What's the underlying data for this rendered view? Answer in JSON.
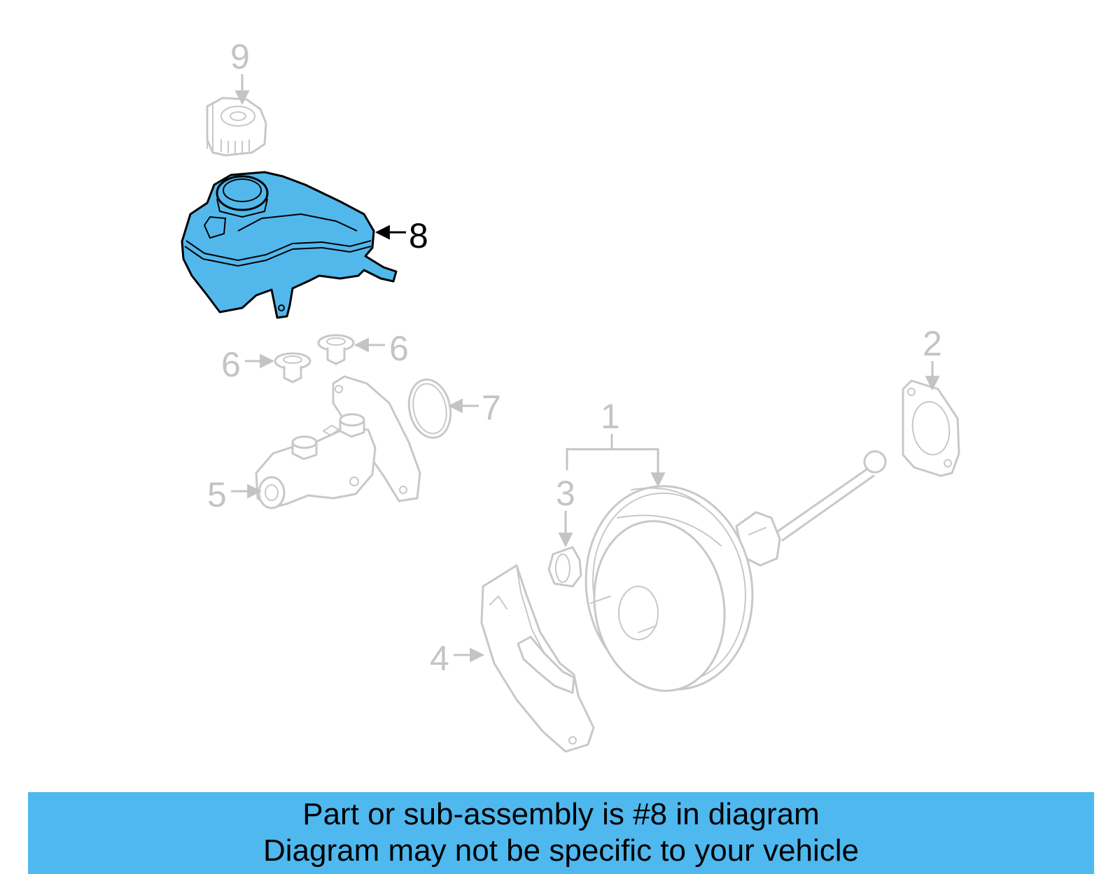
{
  "colors": {
    "highlight_part": "#52b8ec",
    "ghost_part": "#c8c8c8",
    "banner_background": "#4fb8ef",
    "banner_text": "#000000"
  },
  "callouts": {
    "c1": "1",
    "c2": "2",
    "c3": "3",
    "c4": "4",
    "c5": "5",
    "c6a": "6",
    "c6b": "6",
    "c7": "7",
    "c8": "8",
    "c9": "9"
  },
  "banner": {
    "line1": "Part or sub-assembly is #8 in diagram",
    "line2": "Diagram may not be specific to your vehicle"
  }
}
